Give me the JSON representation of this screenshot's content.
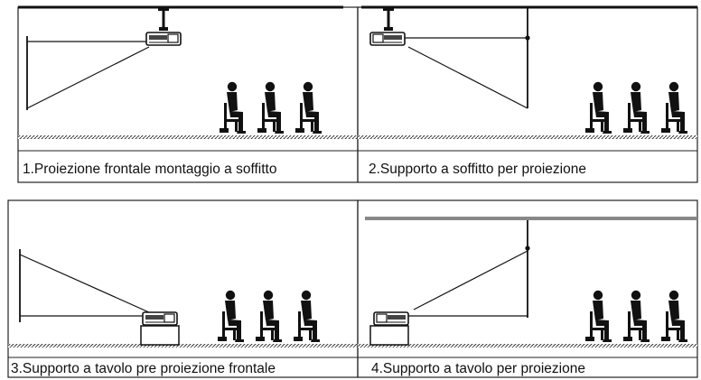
{
  "panels": [
    {
      "caption": "1.Proiezione frontale montaggio a soffitto"
    },
    {
      "caption": "2.Supporto a soffitto per proiezione"
    },
    {
      "caption": "3.Supporto a tavolo pre proiezione frontale"
    },
    {
      "caption": "4.Supporto a tavolo per proiezione"
    }
  ],
  "colors": {
    "line": "#1a1a1a",
    "ceiling_bar": "#888888",
    "border": "#222222"
  }
}
